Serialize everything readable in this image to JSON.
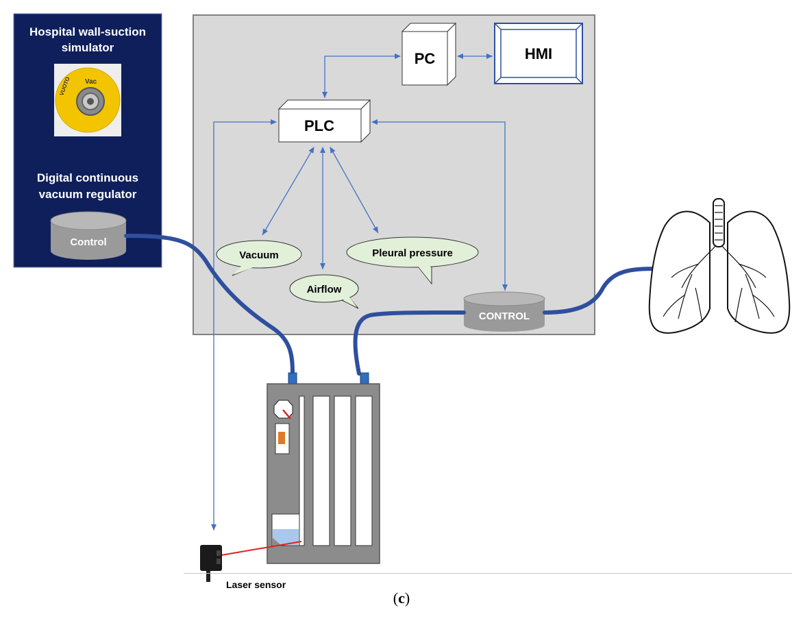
{
  "colors": {
    "panel_bg": "#d9d9d9",
    "left_panel_bg": "#0f1f5c",
    "arrow_blue": "#4472c4",
    "tube_blue": "#2f4f9e",
    "bubble_fill": "#e2f0d9",
    "cylinder_gray": "#9a9a9a",
    "laser_red": "#e02020"
  },
  "left_panel": {
    "title": "Hospital wall-suction simulator",
    "title_line1": "Hospital wall-suction",
    "title_line2": "simulator",
    "regulator_line1": "Digital continuous",
    "regulator_line2": "vacuum regulator",
    "control_label": "Control",
    "photo_text": {
      "vac": "Vac",
      "vuoto": "VUOTO"
    }
  },
  "main_panel": {
    "pc_label": "PC",
    "hmi_label": "HMI",
    "plc_label": "PLC",
    "bubbles": {
      "vacuum": "Vacuum",
      "airflow": "Airflow",
      "pleural": "Pleural pressure"
    },
    "control_label": "CONTROL"
  },
  "sensor": {
    "label": "Laser sensor"
  },
  "caption": {
    "open": "(",
    "letter": "c",
    "close": ")"
  }
}
